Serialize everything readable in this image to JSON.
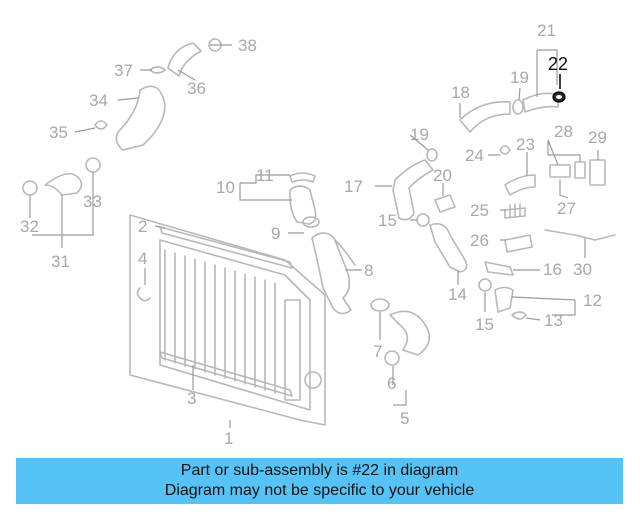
{
  "callouts": {
    "c1": "1",
    "c2": "2",
    "c3": "3",
    "c4": "4",
    "c5": "5",
    "c6": "6",
    "c7": "7",
    "c8": "8",
    "c9": "9",
    "c10": "10",
    "c11": "11",
    "c12": "12",
    "c13": "13",
    "c14": "14",
    "c15a": "15",
    "c15b": "15",
    "c16": "16",
    "c17": "17",
    "c18": "18",
    "c19a": "19",
    "c19b": "19",
    "c20": "20",
    "c21": "21",
    "c22": "22",
    "c23": "23",
    "c24": "24",
    "c25": "25",
    "c26": "26",
    "c27": "27",
    "c28": "28",
    "c29": "29",
    "c30": "30",
    "c31": "31",
    "c32": "32",
    "c33": "33",
    "c34": "34",
    "c35": "35",
    "c36": "36",
    "c37": "37",
    "c38": "38"
  },
  "highlighted_part": "22",
  "banner": {
    "line1": "Part or sub-assembly is #22 in diagram",
    "line2": "Diagram may not be specific to your vehicle",
    "color": "#55c3f5"
  }
}
